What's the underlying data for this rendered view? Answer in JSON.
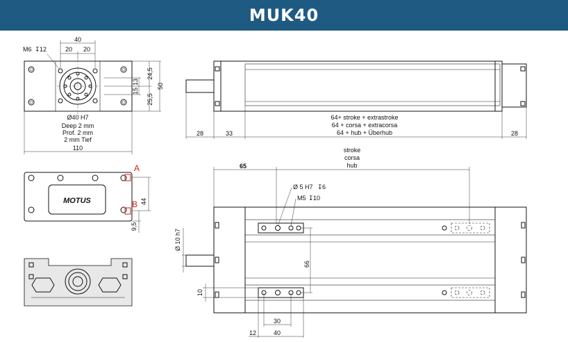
{
  "title": "MUK40",
  "colors": {
    "header_bg": "#1f5a82",
    "header_text": "#ffffff",
    "callout": "#d02020"
  },
  "front_view": {
    "thread_label": "M6",
    "thread_depth": "12",
    "top_width": "40",
    "top_half_left": "20",
    "top_half_right": "20",
    "right_dim_upper": "24,5",
    "right_dim_13": "13",
    "right_dim_15": "15",
    "right_dim_lower": "25,5",
    "right_dim_total": "50",
    "bore_label": "Ø40 H7",
    "depth_note": [
      "Deep 2 mm",
      "Prof. 2 mm",
      "2 mm Tief"
    ],
    "bottom_width": "110"
  },
  "side_view": {
    "callout_a": "A",
    "callout_b": "B",
    "height_dim": "44",
    "bottom_dim": "9,5",
    "logo_text": "MOTUS"
  },
  "top_view": {
    "dim_left": "28",
    "dim_33": "33",
    "dim_right": "28",
    "length_note": [
      "64+ stroke + extrastroke",
      "64 + corsa + extracorsa",
      "64 + hub + Überhub"
    ]
  },
  "plan_view": {
    "stroke_label": [
      "stroke",
      "corsa",
      "hub"
    ],
    "dim_65": "65",
    "pin_label": "Ø 5 H7",
    "pin_depth": "6",
    "thread_label": "M5",
    "thread_depth": "10",
    "shaft_label": "Ø 10 h7",
    "dim_66": "66",
    "dim_10": "10",
    "dim_30": "30",
    "dim_12": "12",
    "dim_40": "40"
  }
}
